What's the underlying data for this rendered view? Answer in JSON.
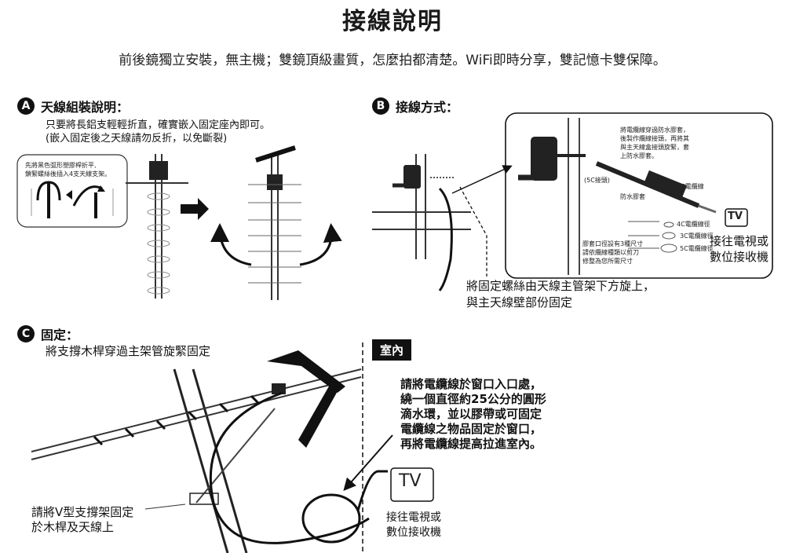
{
  "header": {
    "title": "接線說明",
    "subtitle": "前後鏡獨立安裝，無主機；雙鏡頂級畫質，怎麼拍都清楚。WiFi即時分享，雙記憶卡雙保障。"
  },
  "section_a": {
    "badge": "A",
    "heading": "天線組裝說明：",
    "line1": "只要將長鋁支輕輕折直，確實嵌入固定座內即可。",
    "line2": "(嵌入固定後之天線請勿反折，以免斷裂)",
    "inset_line1": "先將黑色弧形塑膠桿折平,",
    "inset_line2": "鎖緊螺絲後插入4支天線支架。"
  },
  "section_b": {
    "badge": "B",
    "heading": "接線方式：",
    "note_top1": "將電纜線穿過防水膠套，",
    "note_top2": "後製作纜線接頭，再將其",
    "note_top3": "與主天線盒接頭旋緊，套",
    "note_top4": "上防水膠套。",
    "label_5c_connector": "(5C接頭)",
    "label_5c_cable": "5C電纜線",
    "label_waterproof": "防水膠套",
    "label_4c": "4C電纜線徑",
    "label_3c": "3C電纜線徑",
    "label_5c_dia": "5C電纜線徑",
    "note_bottom1": "膠套口徑設有3種尺寸",
    "note_bottom2": "請依纜線種類以剪刀",
    "note_bottom3": "修整為您所需尺寸",
    "tv_badge": "TV",
    "tv_label1": "接往電視或",
    "tv_label2": "數位接收機",
    "caption1": "將固定螺絲由天線主管架下方旋上，",
    "caption2": "與主天線壁部份固定"
  },
  "section_c": {
    "badge": "C",
    "heading": "固定：",
    "line1": "將支撐木桿穿過主架管旋緊固定",
    "vmount1": "請將V型支撐架固定",
    "vmount2": "於木桿及天線上"
  },
  "indoor": {
    "label": "室內",
    "text1": "請將電纜線於窗口入口處，",
    "text2": "繞一個直徑約25公分的圓形",
    "text3": "滴水環，並以膠帶或可固定",
    "text4": "電纜線之物品固定於窗口，",
    "text5": "再將電纜線提高拉進室內。",
    "tv_badge": "TV",
    "tv_label1": "接往電視或",
    "tv_label2": "數位接收機"
  }
}
